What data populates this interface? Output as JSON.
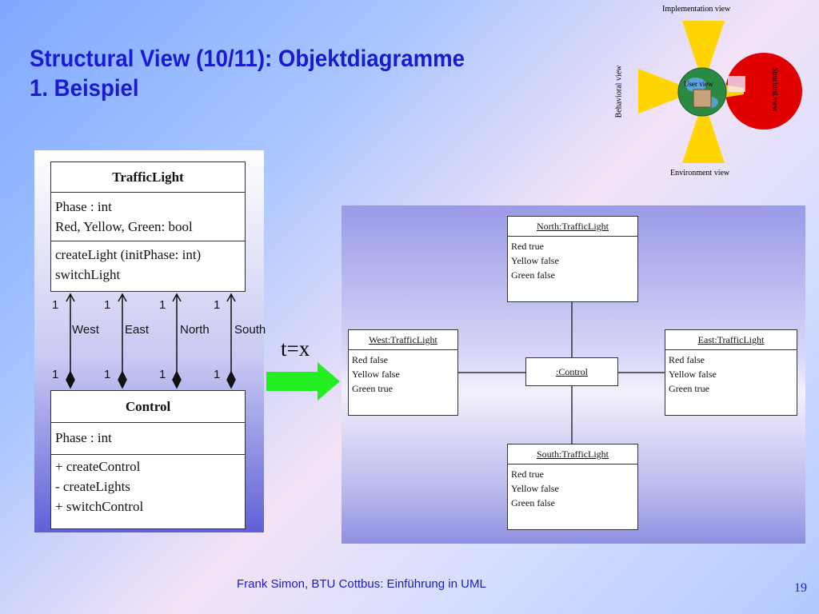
{
  "slide": {
    "title_line1": "Structural View (10/11): Objektdiagramme",
    "title_line2": "1. Beispiel",
    "footer": "Frank Simon, BTU Cottbus: Einführung in UML",
    "page_number": "19",
    "transition_label": "t=x"
  },
  "views": {
    "implementation": "Implementation view",
    "behavioral": "Behavioral view",
    "user": "User view",
    "structural": "Structural view",
    "environment": "Environment view"
  },
  "class_diagram": {
    "traffic_light": {
      "name": "TrafficLight",
      "attributes": [
        "Phase : int",
        "Red, Yellow, Green: bool"
      ],
      "operations": [
        "createLight (initPhase: int)",
        "switchLight"
      ]
    },
    "control": {
      "name": "Control",
      "attributes": [
        "Phase : int"
      ],
      "operations": [
        "+ createControl",
        "-  createLights",
        "+ switchControl"
      ]
    },
    "associations": [
      {
        "role": "West",
        "top_mult": "1",
        "bottom_mult": "1"
      },
      {
        "role": "East",
        "top_mult": "1",
        "bottom_mult": "1"
      },
      {
        "role": "North",
        "top_mult": "1",
        "bottom_mult": "1"
      },
      {
        "role": "South",
        "top_mult": "1",
        "bottom_mult": "1"
      }
    ]
  },
  "object_diagram": {
    "control": ":Control",
    "north": {
      "name": "North:TrafficLight",
      "attrs": [
        "Red true",
        "Yellow false",
        "Green false"
      ]
    },
    "west": {
      "name": "West:TrafficLight",
      "attrs": [
        "Red false",
        "Yellow false",
        "Green true"
      ]
    },
    "east": {
      "name": "East:TrafficLight",
      "attrs": [
        "Red false",
        "Yellow false",
        "Green true"
      ]
    },
    "south": {
      "name": "South:TrafficLight",
      "attrs": [
        "Red true",
        "Yellow false",
        "Green false"
      ]
    }
  },
  "colors": {
    "title": "#1a1ad0",
    "arrow": "#22ee22",
    "structural_circle": "#e00000",
    "view_wedge": "#ffd400"
  }
}
